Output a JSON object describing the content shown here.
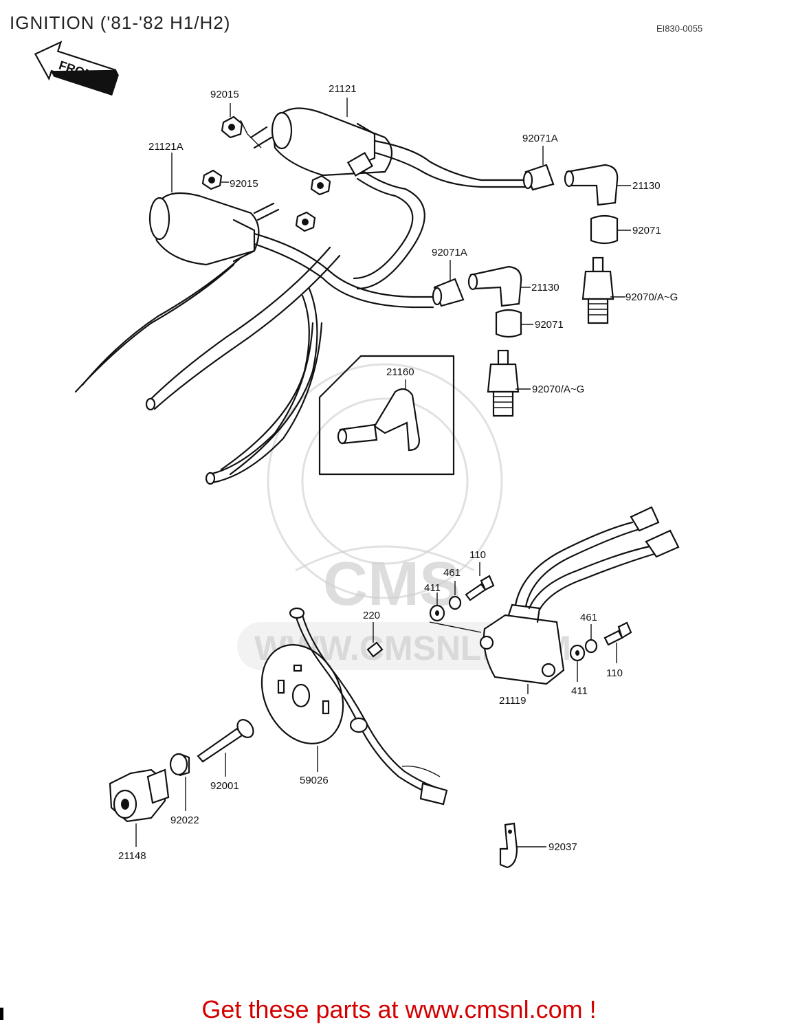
{
  "header": {
    "title": "IGNITION ('81-'82 H1/H2)",
    "diagram_code": "EI830-0055"
  },
  "front_marker": {
    "label": "FRONT"
  },
  "watermark": {
    "text": "WWW.CMSNL.COM",
    "logo_text": "CMS"
  },
  "part_labels": {
    "p92015_top": "92015",
    "p21121": "21121",
    "p21121A": "21121A",
    "p92015_mid": "92015",
    "p92071A_top": "92071A",
    "p21130_top": "21130",
    "p92071_top": "92071",
    "p92071A_mid": "92071A",
    "p21130_mid": "21130",
    "p92070_top": "92070/A~G",
    "p92071_mid": "92071",
    "p21160": "21160",
    "p92070_mid": "92070/A~G",
    "p110_top": "110",
    "p461_top": "461",
    "p411_top": "411",
    "p220": "220",
    "p461_right": "461",
    "p110_right": "110",
    "p411_right": "411",
    "p21119": "21119",
    "p92001": "92001",
    "p59026": "59026",
    "p92022": "92022",
    "p21148": "21148",
    "p92037": "92037"
  },
  "footer": {
    "cta": "Get these parts at www.cmsnl.com !"
  }
}
